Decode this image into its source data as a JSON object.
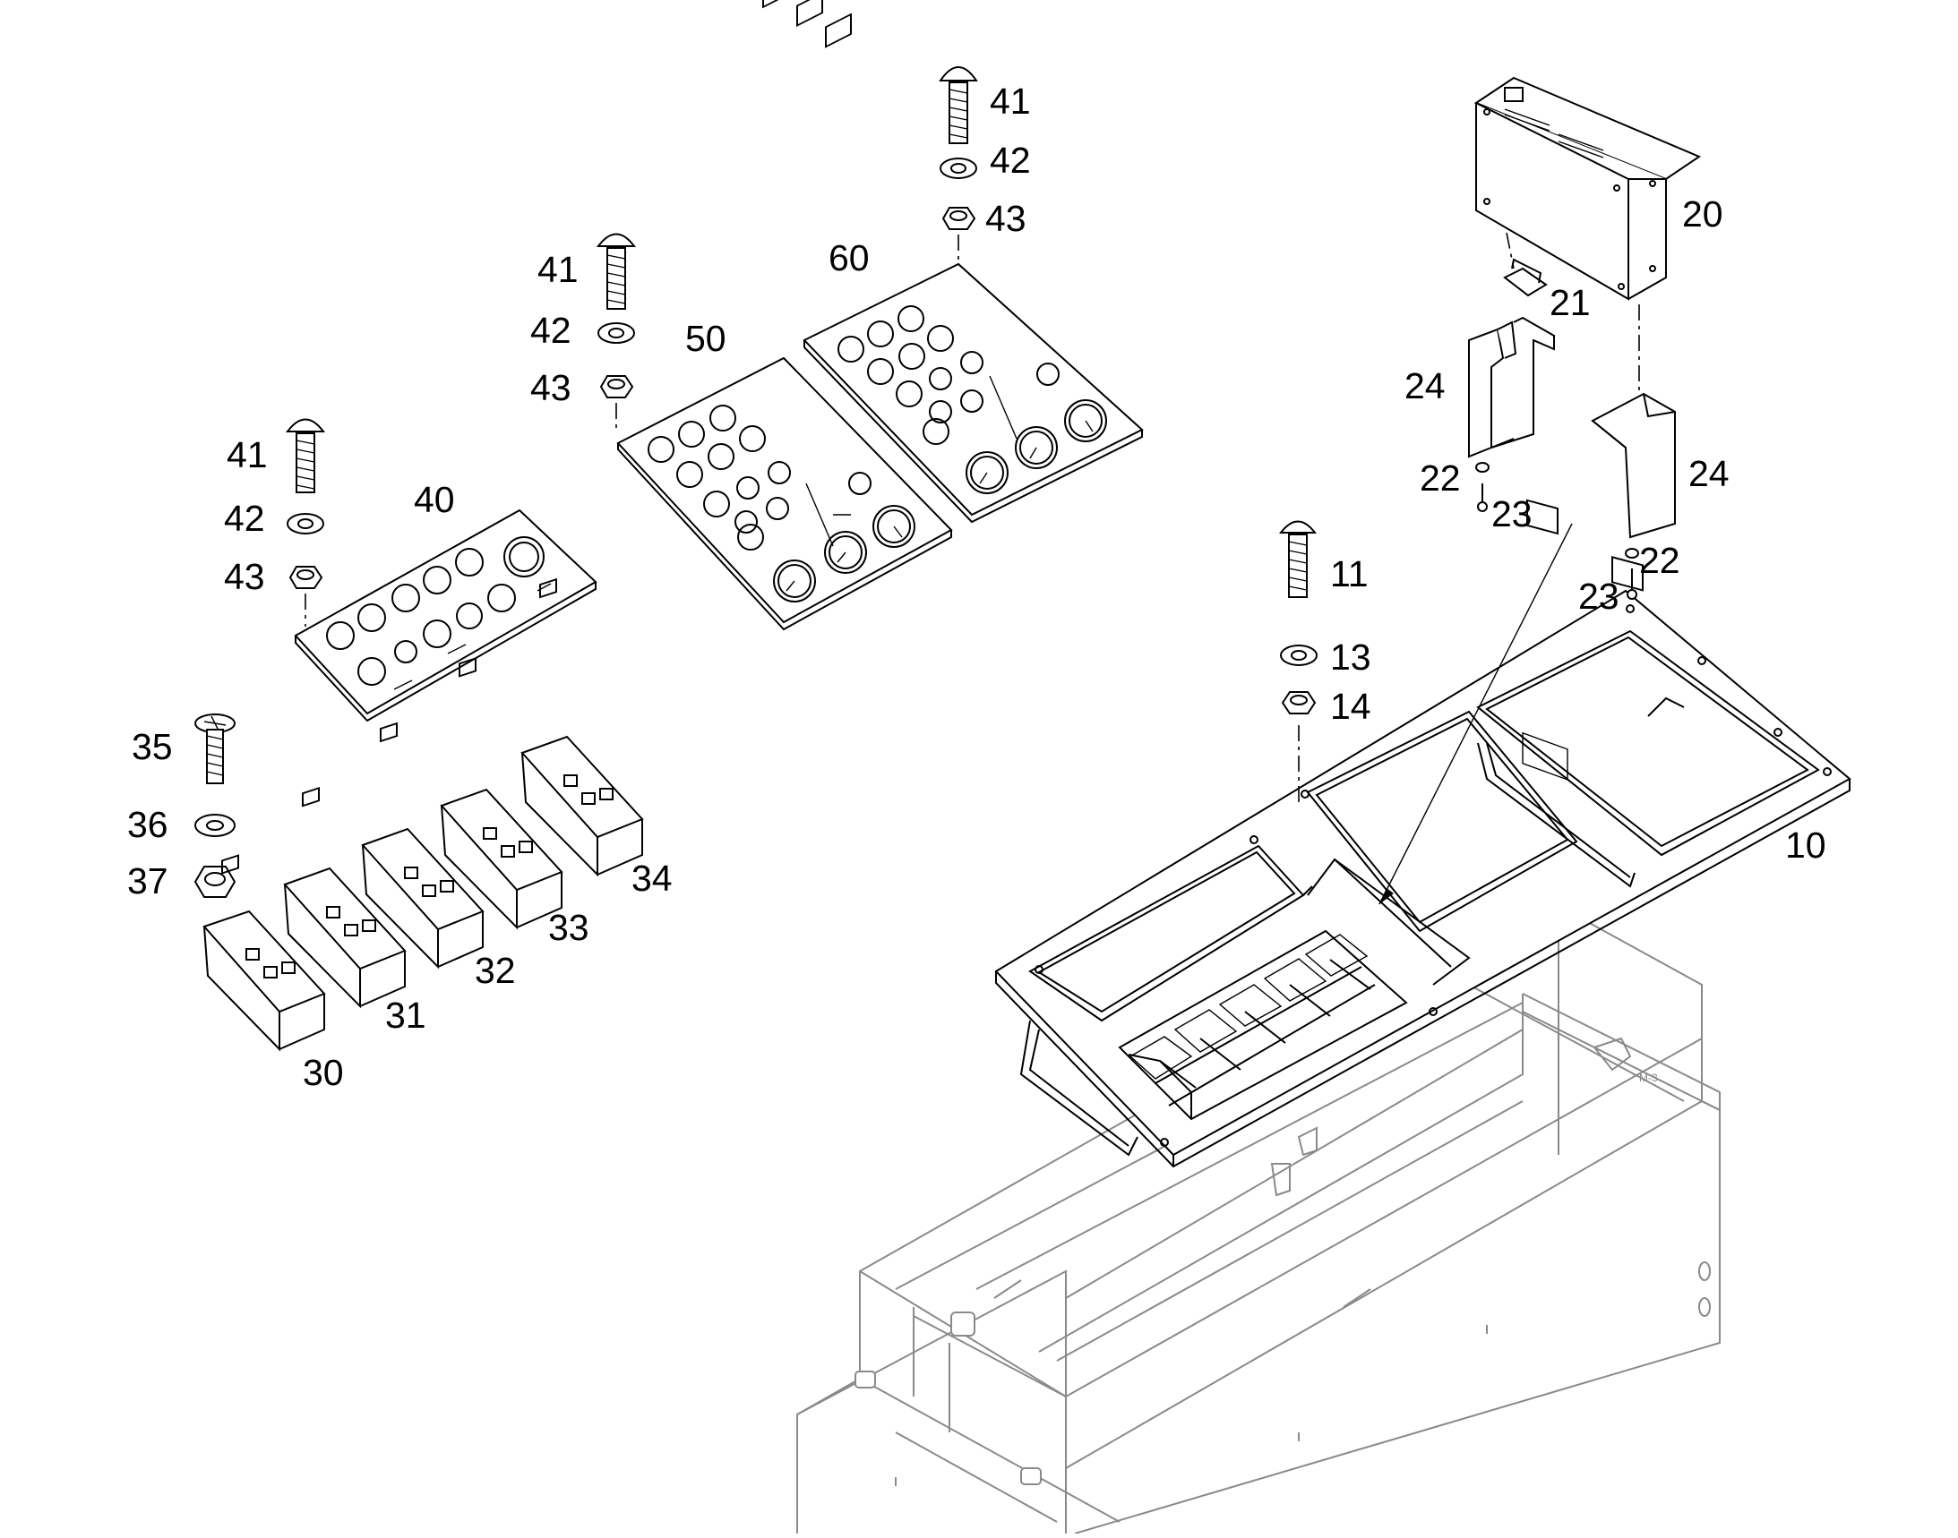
{
  "diagram": {
    "type": "exploded-parts-view",
    "callouts": {
      "c41a": "41",
      "c42a": "42",
      "c43a": "43",
      "c41b": "41",
      "c42b": "42",
      "c43b": "43",
      "c41c": "41",
      "c42c": "42",
      "c43c": "43",
      "c40": "40",
      "c50": "50",
      "c60": "60",
      "c35": "35",
      "c36": "36",
      "c37": "37",
      "c30": "30",
      "c31": "31",
      "c32": "32",
      "c33": "33",
      "c34": "34",
      "c20": "20",
      "c21": "21",
      "c24a": "24",
      "c24b": "24",
      "c22a": "22",
      "c22b": "22",
      "c23a": "23",
      "c23b": "23",
      "c11": "11",
      "c13": "13",
      "c14": "14",
      "c10": "10"
    }
  }
}
